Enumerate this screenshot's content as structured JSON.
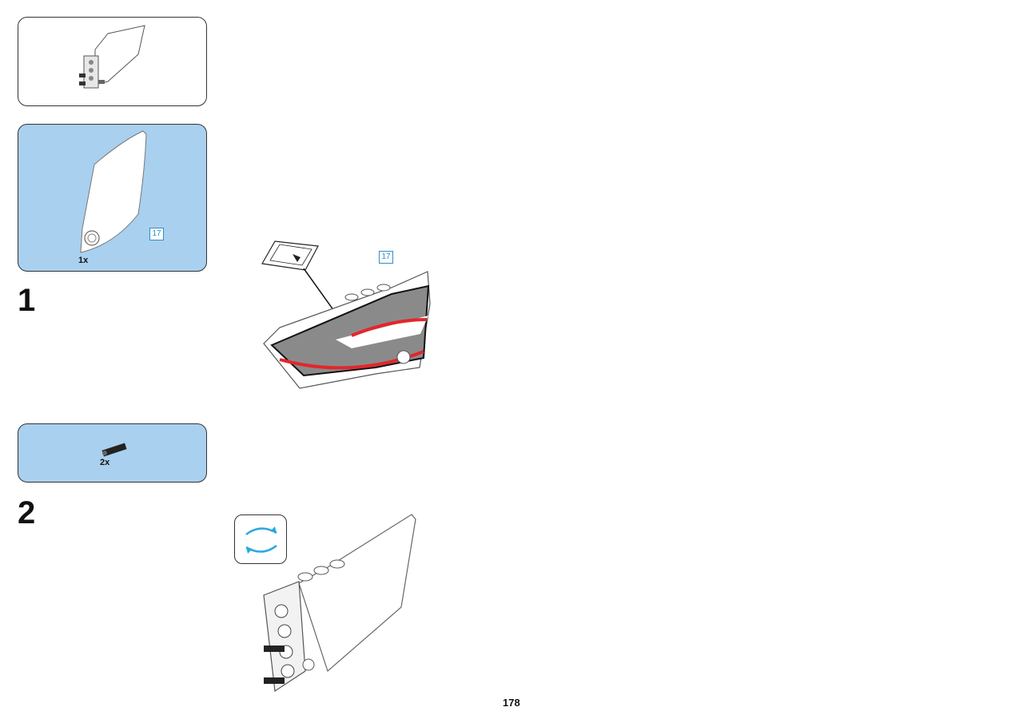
{
  "steps": [
    {
      "number": "1",
      "parts_quantity": "1x",
      "sticker_number": "17"
    },
    {
      "number": "2",
      "parts_quantity": "2x"
    }
  ],
  "main": {
    "sticker_number": "17"
  },
  "footer": {
    "page_number": "178"
  },
  "icons": {
    "rotate": "rotate-model-icon"
  }
}
